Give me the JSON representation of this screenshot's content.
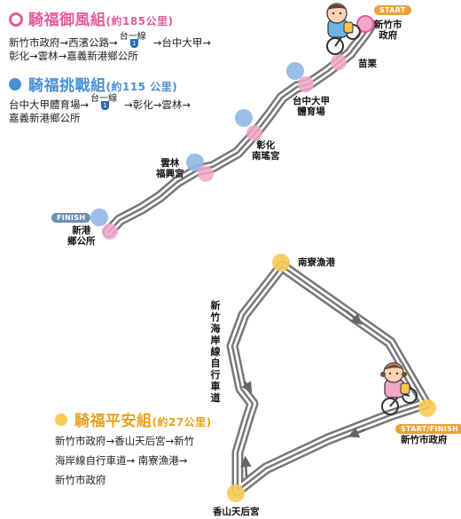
{
  "groups": [
    {
      "name": "騎福御風組",
      "distance": "(約185公里)",
      "color": "#e35b9b",
      "lines": [
        "新竹市政府→西濱公路→",
        "彰化→雲林→嘉義新港鄉公所"
      ],
      "line1_after": "→台中大甲→",
      "highway": {
        "text": "台一線",
        "badge": "1"
      }
    },
    {
      "name": "騎福挑戰組",
      "distance": "(約115 公里)",
      "color": "#4a90d9",
      "lines": [
        "台中大甲體育場→",
        "嘉義新港鄉公所"
      ],
      "line1_after": "→彰化→雲林→",
      "highway": {
        "text": "台一線",
        "badge": "1"
      }
    },
    {
      "name": "騎福平安組",
      "distance": "(約27公里)",
      "color": "#f0b429",
      "lines": [
        "新竹市政府→香山天后宮→新竹",
        "海岸線自行車道→ 南寮漁港→",
        "新竹市政府"
      ]
    }
  ],
  "map_top": {
    "start_badge": "START",
    "finish_badge": "FINISH",
    "stops": [
      {
        "name": "新竹市政府",
        "lines": [
          "新竹市",
          "政府"
        ]
      },
      {
        "name": "苗栗",
        "lines": [
          "苗栗"
        ]
      },
      {
        "name": "台中大甲體育場",
        "lines": [
          "台中大甲",
          "體育場"
        ]
      },
      {
        "name": "彰化南瑤宮",
        "lines": [
          "彰化",
          "南瑤宮"
        ]
      },
      {
        "name": "雲林福興宮",
        "lines": [
          "雲林",
          "福興宮"
        ]
      },
      {
        "name": "新港鄉公所",
        "lines": [
          "新港",
          "鄉公所"
        ]
      }
    ]
  },
  "map_bottom": {
    "badge": "START/FINISH",
    "stops": [
      {
        "name": "南寮漁港"
      },
      {
        "name": "新竹市政府"
      },
      {
        "name": "香山天后宮"
      }
    ],
    "bike_path_label": "新竹海岸線自行車道"
  },
  "colors": {
    "pink": "#e35b9b",
    "blue": "#4a90d9",
    "yellow": "#f0b429",
    "road": "#777777"
  }
}
